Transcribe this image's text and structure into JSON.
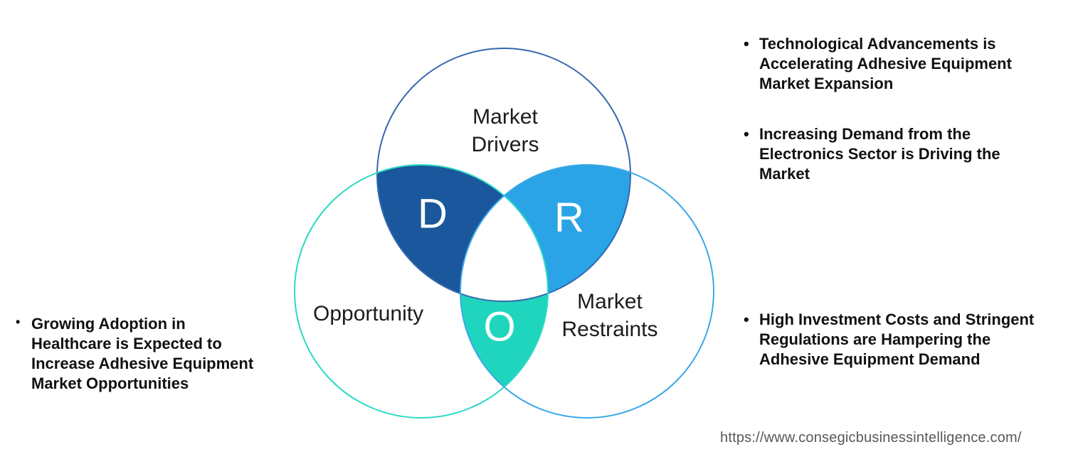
{
  "diagram": {
    "title_semantics": "DRO Venn diagram",
    "bullet_glyph": "•",
    "drivers": {
      "label": "Market\nDrivers",
      "letter": "D",
      "fill": "#1A579C",
      "stroke": "#3568AE"
    },
    "restraints": {
      "label": "Market\nRestraints",
      "letter": "R",
      "fill": "#2AA4E6",
      "stroke": "#3AA8E8"
    },
    "opportunity": {
      "label": "Opportunity",
      "letter": "O",
      "fill": "#1FD5BE",
      "stroke": "#2CD9C3"
    }
  },
  "notes": {
    "left": [
      {
        "text": "Growing Adoption in\nHealthcare is Expected to\nIncrease Adhesive Equipment\nMarket Opportunities"
      }
    ],
    "right_top": [
      {
        "text": "Technological Advancements is\nAccelerating Adhesive Equipment\nMarket Expansion"
      },
      {
        "text": "Increasing Demand from the\nElectronics Sector is Driving the\nMarket"
      }
    ],
    "right_bottom": [
      {
        "text": "High Investment Costs and Stringent\nRegulations are Hampering the\nAdhesive Equipment Demand"
      }
    ]
  },
  "footer": {
    "url": "https://www.consegicbusinessintelligence.com/"
  }
}
